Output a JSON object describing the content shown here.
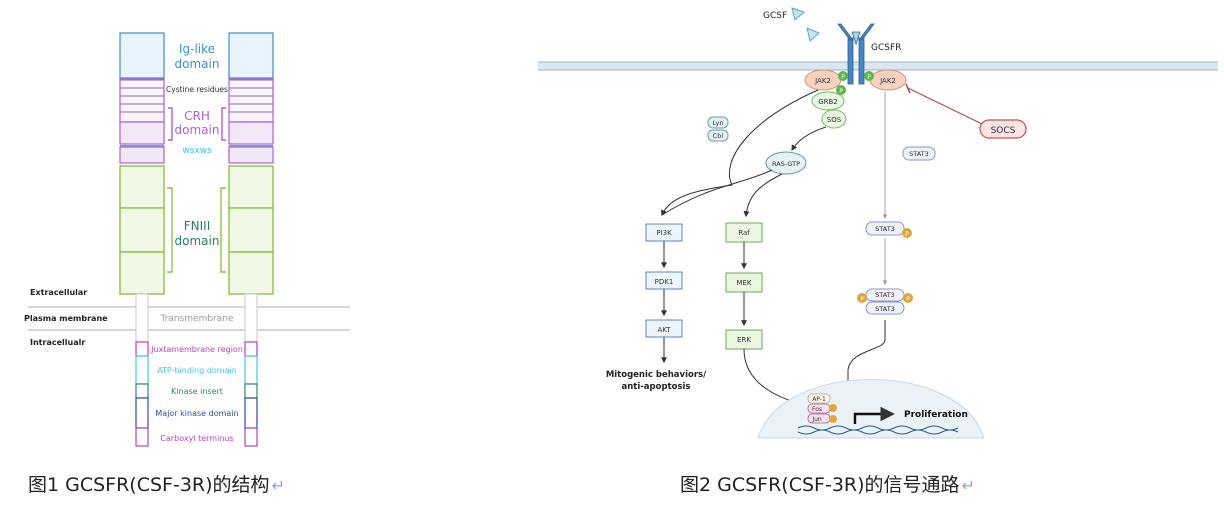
{
  "figure1": {
    "labels": {
      "ig_like": [
        "Ig-like",
        "domain"
      ],
      "cystine": "Cystine residues",
      "crh": [
        "CRH",
        "domain"
      ],
      "wsxws": "wsxws",
      "fniii": [
        "FNIII",
        "domain"
      ],
      "extracellular": "Extracellular",
      "plasma_membrane": "Plasma membrane",
      "transmembrane": "Transmembrane",
      "intracellular": "Intracellualr",
      "juxtamembrane": "Juxtamembrane region",
      "atp_binding": "ATP-binding domain",
      "kinase_insert": "Kinase insert",
      "major_kinase": "Major kinase domain",
      "carboxyl": "Carboxyl terminus"
    },
    "colors": {
      "ig": "#3b8fd0",
      "crh": "#b05fc8",
      "wsxws": "#38c2e0",
      "fniii": "#8cc24a",
      "fniii_text": "#2a7a6a",
      "juxta": "#c23cb8",
      "atp": "#3fc8e8",
      "kinase": "#2a8a6e",
      "major": "#2d4ea8",
      "carboxyl": "#a64ab6"
    }
  },
  "figure2": {
    "labels": {
      "gcsf": "GCSF",
      "gcsfr": "GCSFR",
      "jak2_left": "JAK2",
      "jak2_right": "JAK2",
      "p": "P",
      "grb2": "GRB2",
      "sos": "SOS",
      "lyn": "Lyn",
      "cbl": "Cbl",
      "socs": "SOCS",
      "ras_gtp": "RAS-GTP",
      "stat3": "STAT3",
      "pi3k": "PI3K",
      "pdk1": "PDK1",
      "akt": "AKT",
      "raf": "Raf",
      "mek": "MEK",
      "erk": "ERK",
      "mitogenic": [
        "Mitogenic behaviors/",
        "anti-apoptosis"
      ],
      "ap1": "AP-1",
      "fos": "Fos",
      "jun": "Jun",
      "proliferation": "Proliferation"
    }
  },
  "captions": {
    "fig1": "图1   GCSFR(CSF-3R)的结构",
    "fig2": "图2   GCSFR(CSF-3R)的信号通路",
    "return_mark": "↵"
  }
}
